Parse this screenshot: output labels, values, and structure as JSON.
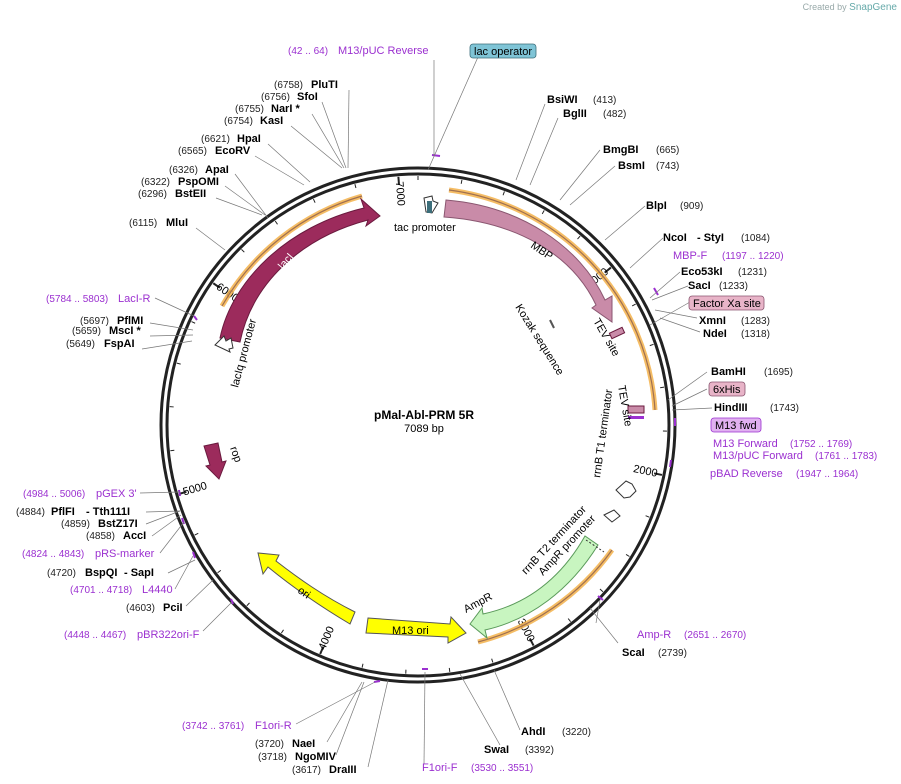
{
  "credit": {
    "prefix": "Created by",
    "brand": "SnapGene"
  },
  "plasmid": {
    "name": "pMal-Abl-PRM 5R",
    "size": "7089 bp"
  },
  "scale_ticks": [
    "1000",
    "2000",
    "3000",
    "4000",
    "5000",
    "6000",
    "7000"
  ],
  "features": {
    "laci": "lacI",
    "laciq_promoter": "lacIq promoter",
    "tac_promoter": "tac promoter",
    "mbp": "MBP",
    "tev_site_1": "TEV site",
    "kozak": "Kozak sequence",
    "tev_site_2": "TEV site",
    "rrnb_t1": "rrnB T1 terminator",
    "rrnb_t2": "rrnB T2 terminator",
    "ampr_promoter": "AmpR promoter",
    "ampr": "AmpR",
    "m13_ori": "M13 ori",
    "ori": "ori",
    "rop": "rop"
  },
  "boxed_features": {
    "lac_operator": "lac operator",
    "factor_xa": "Factor Xa site",
    "his6": "6xHis",
    "m13_fwd": "M13 fwd"
  },
  "enzymes": {
    "bsiwi": {
      "name": "BsiWI",
      "pos": "(413)"
    },
    "bglii": {
      "name": "BglII",
      "pos": "(482)"
    },
    "bmgbi": {
      "name": "BmgBI",
      "pos": "(665)"
    },
    "bsmi": {
      "name": "BsmI",
      "pos": "(743)"
    },
    "blpi": {
      "name": "BlpI",
      "pos": "(909)"
    },
    "ncoi": {
      "name": "NcoI",
      "pos": "(1084)"
    },
    "styi": {
      "name": "- StyI"
    },
    "eco53ki": {
      "name": "Eco53kI",
      "pos": "(1231)"
    },
    "saci": {
      "name": "SacI",
      "pos": "(1233)"
    },
    "xmni": {
      "name": "XmnI",
      "pos": "(1283)"
    },
    "ndei": {
      "name": "NdeI",
      "pos": "(1318)"
    },
    "bamhi": {
      "name": "BamHI",
      "pos": "(1695)"
    },
    "hindiii": {
      "name": "HindIII",
      "pos": "(1743)"
    },
    "scai": {
      "name": "ScaI",
      "pos": "(2739)"
    },
    "ahdi": {
      "name": "AhdI",
      "pos": "(3220)"
    },
    "swai": {
      "name": "SwaI",
      "pos": "(3392)"
    },
    "naei": {
      "name": "NaeI",
      "pos": "(3720)"
    },
    "ngomiv": {
      "name": "NgoMIV",
      "pos": "(3718)"
    },
    "draiii": {
      "name": "DraIII",
      "pos": "(3617)"
    },
    "pcii": {
      "name": "PciI",
      "pos": "(4603)"
    },
    "bspqi": {
      "name": "BspQI",
      "pos": "(4720)"
    },
    "sapi": {
      "name": "- SapI"
    },
    "acci": {
      "name": "AccI",
      "pos": "(4858)"
    },
    "bstz17i": {
      "name": "BstZ17I",
      "pos": "(4859)"
    },
    "pflfi": {
      "name": "PflFI",
      "pos": "(4884)"
    },
    "tth111i": {
      "name": "- Tth111I"
    },
    "fspai": {
      "name": "FspAI",
      "pos": "(5649)"
    },
    "msci": {
      "name": "MscI *",
      "pos": "(5659)"
    },
    "pflmi": {
      "name": "PflMI",
      "pos": "(5697)"
    },
    "mlui": {
      "name": "MluI",
      "pos": "(6115)"
    },
    "bsteii": {
      "name": "BstEII",
      "pos": "(6296)"
    },
    "pspomi": {
      "name": "PspOMI",
      "pos": "(6322)"
    },
    "apai": {
      "name": "ApaI",
      "pos": "(6326)"
    },
    "ecorv": {
      "name": "EcoRV",
      "pos": "(6565)"
    },
    "hpai": {
      "name": "HpaI",
      "pos": "(6621)"
    },
    "kasi": {
      "name": "KasI",
      "pos": "(6754)"
    },
    "nari": {
      "name": "NarI *",
      "pos": "(6755)"
    },
    "sfoi": {
      "name": "SfoI",
      "pos": "(6756)"
    },
    "pluti": {
      "name": "PluTI",
      "pos": "(6758)"
    }
  },
  "primers": {
    "m13puc_rev": {
      "name": "M13/pUC Reverse",
      "pos": "(42 .. 64)"
    },
    "mbp_f": {
      "name": "MBP-F",
      "pos": "(1197 .. 1220)"
    },
    "m13_forward": {
      "name": "M13 Forward",
      "pos": "(1752 .. 1769)"
    },
    "m13puc_forward": {
      "name": "M13/pUC Forward",
      "pos": "(1761 .. 1783)"
    },
    "pbad_reverse": {
      "name": "pBAD Reverse",
      "pos": "(1947 .. 1964)"
    },
    "amp_r": {
      "name": "Amp-R",
      "pos": "(2651 .. 2670)"
    },
    "f1ori_f": {
      "name": "F1ori-F",
      "pos": "(3530 .. 3551)"
    },
    "f1ori_r": {
      "name": "F1ori-R",
      "pos": "(3742 .. 3761)"
    },
    "pbr322ori_f": {
      "name": "pBR322ori-F",
      "pos": "(4448 .. 4467)"
    },
    "l4440": {
      "name": "L4440",
      "pos": "(4701 .. 4718)"
    },
    "prs_marker": {
      "name": "pRS-marker",
      "pos": "(4824 .. 4843)"
    },
    "pgex3": {
      "name": "pGEX 3'",
      "pos": "(4984 .. 5006)"
    },
    "laci_r": {
      "name": "LacI-R",
      "pos": "(5784 .. 5803)"
    }
  },
  "colors": {
    "laci": "#9c2b5c",
    "mbp": "#c98ba8",
    "ampr": "#c8f5c0",
    "ori": "#ffff00",
    "primer": "#9b30d0",
    "orange_glow": "#f3b24a",
    "lac_operator_box": "#7fc4d6",
    "tag_box": "#e8b4c8"
  }
}
